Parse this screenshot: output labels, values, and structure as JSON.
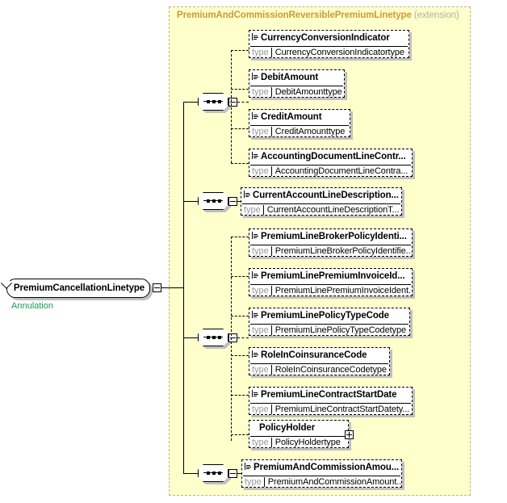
{
  "diagram": {
    "kind": "xsd-schema-diagram",
    "root": {
      "name": "PremiumCancellationLinetype",
      "annotation": "Annulation",
      "toggle": "minus"
    },
    "extension_group": {
      "title": "PremiumAndCommissionReversiblePremiumLinetype",
      "kind": "(extension)",
      "title_color": "#cc9933",
      "background": "#ffffcc"
    },
    "compositors": [
      {
        "name": "sequence",
        "glyph": "sequence-dots",
        "toggle": "minus"
      },
      {
        "name": "sequence",
        "glyph": "sequence-dots",
        "toggle": "minus"
      },
      {
        "name": "sequence",
        "glyph": "sequence-dots",
        "toggle": "minus"
      },
      {
        "name": "sequence",
        "glyph": "sequence-dots",
        "toggle": "minus"
      }
    ],
    "type_key_label": "type",
    "elements": [
      {
        "name": "CurrencyConversionIndicator",
        "type": "CurrencyConversionIndicatortype",
        "has_attributes_icon": true,
        "expandable": false
      },
      {
        "name": "DebitAmount",
        "type": "DebitAmounttype",
        "has_attributes_icon": true,
        "expandable": false
      },
      {
        "name": "CreditAmount",
        "type": "CreditAmounttype",
        "has_attributes_icon": true,
        "expandable": false
      },
      {
        "name": "AccountingDocumentLineContr...",
        "type": "AccountingDocumentLineContra...",
        "has_attributes_icon": true,
        "expandable": false
      },
      {
        "name": "CurrentAccountLineDescription...",
        "type": "CurrentAccountLineDescriptionT...",
        "has_attributes_icon": true,
        "expandable": false
      },
      {
        "name": "PremiumLineBrokerPolicyIdenti...",
        "type": "PremiumLineBrokerPolicyIdentifie...",
        "has_attributes_icon": true,
        "expandable": false
      },
      {
        "name": "PremiumLinePremiumInvoiceId...",
        "type": "PremiumLinePremiumInvoiceIdent...",
        "has_attributes_icon": true,
        "expandable": false
      },
      {
        "name": "PremiumLinePolicyTypeCode",
        "type": "PremiumLinePolicyTypeCodetype",
        "has_attributes_icon": true,
        "expandable": false
      },
      {
        "name": "RoleInCoinsuranceCode",
        "type": "RoleInCoinsuranceCodetype",
        "has_attributes_icon": true,
        "expandable": false
      },
      {
        "name": "PremiumLineContractStartDate",
        "type": "PremiumLineContractStartDatety...",
        "has_attributes_icon": true,
        "expandable": false
      },
      {
        "name": "PolicyHolder",
        "type": "PolicyHoldertype",
        "has_attributes_icon": false,
        "expandable": true
      },
      {
        "name": "PremiumAndCommissionAmou...",
        "type": "PremiumAndCommissionAmount...",
        "has_attributes_icon": true,
        "expandable": false
      }
    ]
  }
}
